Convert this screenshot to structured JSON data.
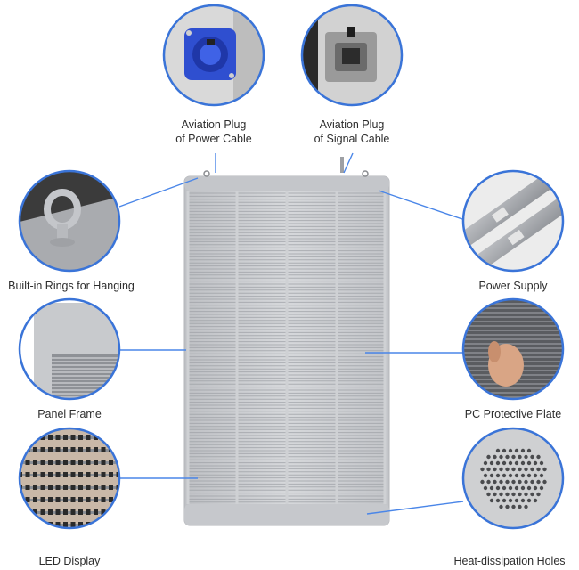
{
  "callouts": [
    {
      "id": "power-plug",
      "label_lines": [
        "Aviation Plug",
        "of Power Cable"
      ]
    },
    {
      "id": "signal-plug",
      "label_lines": [
        "Aviation Plug",
        "of Signal Cable"
      ]
    },
    {
      "id": "hanging-rings",
      "label_lines": [
        "Built-in Rings for Hanging"
      ]
    },
    {
      "id": "power-supply",
      "label_lines": [
        "Power Supply"
      ]
    },
    {
      "id": "panel-frame",
      "label_lines": [
        "Panel Frame"
      ]
    },
    {
      "id": "pc-plate",
      "label_lines": [
        "PC Protective Plate"
      ]
    },
    {
      "id": "led-display",
      "label_lines": [
        "LED Display"
      ]
    },
    {
      "id": "heat-holes",
      "label_lines": [
        "Heat-dissipation Holes"
      ]
    }
  ],
  "colors": {
    "accent_ring": "#3a74d8",
    "leader_line": "#4a86e8",
    "panel_frame": "#c9cbcf",
    "led_strip": "#9ea1a6",
    "photo_bg": "#d8d8d8"
  }
}
